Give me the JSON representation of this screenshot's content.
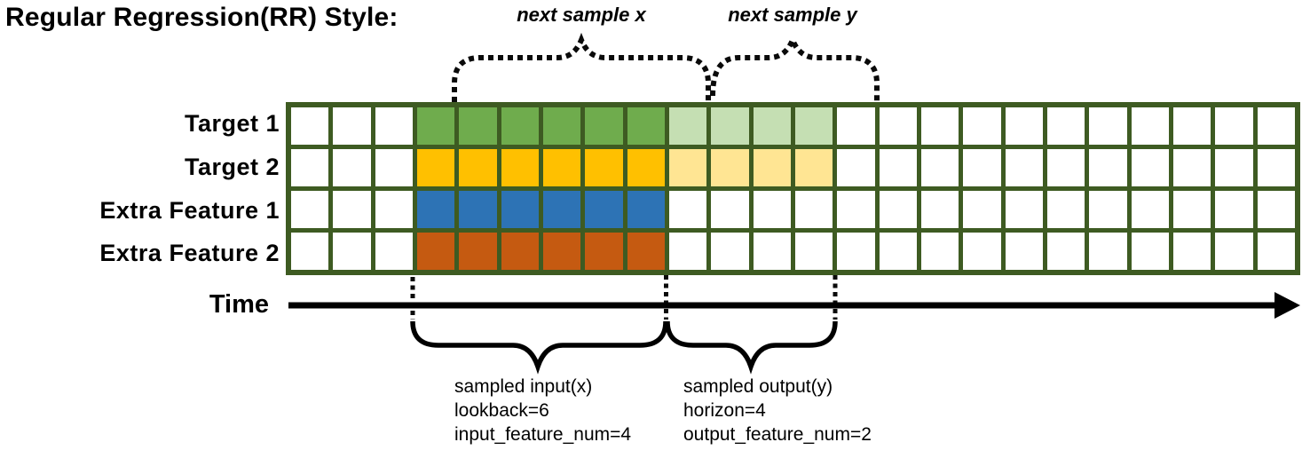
{
  "title": "Regular Regression(RR) Style:",
  "time_label": "Time",
  "annotations": {
    "next_sample_x": "next sample x",
    "next_sample_y": "next sample y",
    "sampled_input": {
      "lines": [
        "sampled input(x)",
        "lookback=6",
        "input_feature_num=4"
      ]
    },
    "sampled_output": {
      "lines": [
        "sampled output(y)",
        "horizon=4",
        "output_feature_num=2"
      ]
    }
  },
  "params": {
    "lookback": 6,
    "horizon": 4,
    "input_feature_num": 4,
    "output_feature_num": 2
  },
  "colors": {
    "w": "#FFFFFF",
    "green": "#6FAC4D",
    "lightgreen": "#C5DFB3",
    "gold": "#FFC000",
    "lightgold": "#FFE593",
    "blue": "#2D73B5",
    "orange": "#C55A11",
    "grid_line": "#3E5B22",
    "ink": "#000000"
  },
  "grid": {
    "columns": 24,
    "rows": [
      {
        "label": "Target 1",
        "cells": [
          "w",
          "w",
          "w",
          "green",
          "green",
          "green",
          "green",
          "green",
          "green",
          "lightgreen",
          "lightgreen",
          "lightgreen",
          "lightgreen",
          "w",
          "w",
          "w",
          "w",
          "w",
          "w",
          "w",
          "w",
          "w",
          "w",
          "w"
        ]
      },
      {
        "label": "Target 2",
        "cells": [
          "w",
          "w",
          "w",
          "gold",
          "gold",
          "gold",
          "gold",
          "gold",
          "gold",
          "lightgold",
          "lightgold",
          "lightgold",
          "lightgold",
          "w",
          "w",
          "w",
          "w",
          "w",
          "w",
          "w",
          "w",
          "w",
          "w",
          "w"
        ]
      },
      {
        "label": "Extra Feature 1",
        "cells": [
          "w",
          "w",
          "w",
          "blue",
          "blue",
          "blue",
          "blue",
          "blue",
          "blue",
          "w",
          "w",
          "w",
          "w",
          "w",
          "w",
          "w",
          "w",
          "w",
          "w",
          "w",
          "w",
          "w",
          "w",
          "w"
        ]
      },
      {
        "label": "Extra Feature 2",
        "cells": [
          "w",
          "w",
          "w",
          "orange",
          "orange",
          "orange",
          "orange",
          "orange",
          "orange",
          "w",
          "w",
          "w",
          "w",
          "w",
          "w",
          "w",
          "w",
          "w",
          "w",
          "w",
          "w",
          "w",
          "w",
          "w"
        ]
      }
    ]
  }
}
